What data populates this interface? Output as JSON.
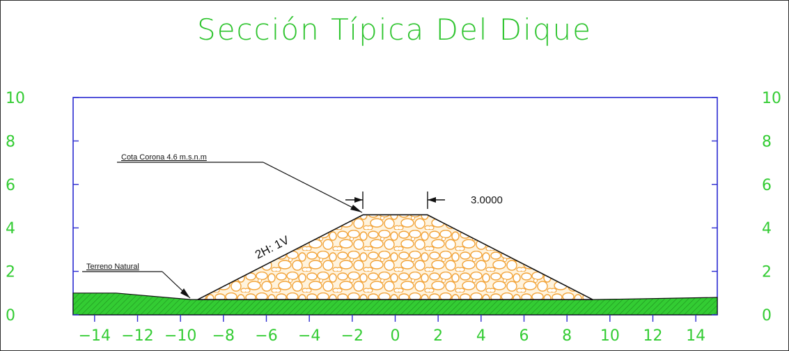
{
  "title": "Sección Típica Del Dique",
  "x_axis": {
    "min": -15,
    "max": 15,
    "ticks": [
      -14,
      -12,
      -10,
      -8,
      -6,
      -4,
      -2,
      0,
      2,
      4,
      6,
      8,
      10,
      12,
      14
    ],
    "tick_labels": [
      "−14",
      "−12",
      "−10",
      "−8",
      "−6",
      "−4",
      "−2",
      "0",
      "2",
      "4",
      "6",
      "8",
      "10",
      "12",
      "14"
    ]
  },
  "y_axis": {
    "min": 0,
    "max": 10,
    "ticks": [
      0,
      2,
      4,
      6,
      8,
      10
    ],
    "tick_labels": [
      "0",
      "2",
      "4",
      "6",
      "8",
      "10"
    ]
  },
  "colors": {
    "title": "#2ec42e",
    "axis": "#2a2ad0",
    "tick_label": "#33cc33",
    "ground_fill": "#33cc33",
    "fill_stone": "#f2a43a",
    "outline": "#111111"
  },
  "ground_profile": [
    {
      "x": -15,
      "y": 1.0
    },
    {
      "x": -13,
      "y": 1.0
    },
    {
      "x": -9.5,
      "y": 0.7
    },
    {
      "x": 9.3,
      "y": 0.7
    },
    {
      "x": 15,
      "y": 0.8
    }
  ],
  "dike": {
    "toe_left": {
      "x": -9.2,
      "y": 0.7
    },
    "crest_left": {
      "x": -1.5,
      "y": 4.6
    },
    "crest_right": {
      "x": 1.5,
      "y": 4.6
    },
    "toe_right": {
      "x": 9.2,
      "y": 0.7
    }
  },
  "labels": {
    "crest_elevation": "Cota Corona 4.6 m.s.n.m",
    "natural_ground": "Terreno Natural",
    "crest_width": "3.0000",
    "slope": "2H: 1V"
  }
}
